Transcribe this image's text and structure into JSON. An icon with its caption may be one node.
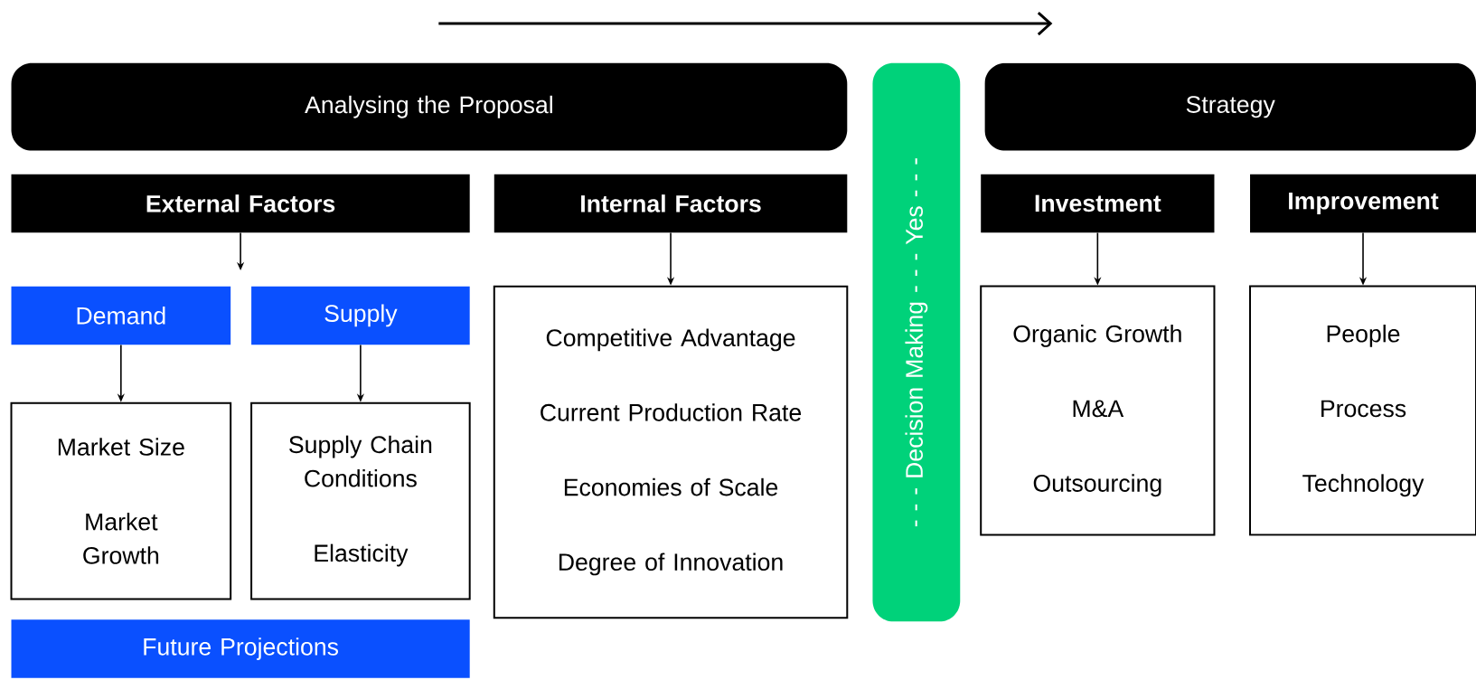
{
  "diagram": {
    "nodes": [
      {
        "text": [
          "Analysing the Proposal"
        ]
      },
      {
        "text": [
          "- - - Decision Making - - - Yes - - -"
        ]
      },
      {
        "text": [
          "Strategy"
        ]
      },
      {
        "text": [
          "External Factors"
        ]
      },
      {
        "text": [
          "Internal Factors"
        ]
      },
      {
        "text": [
          "Investment"
        ]
      },
      {
        "text": [
          "Improvement"
        ]
      },
      {
        "text": [
          "Demand"
        ]
      },
      {
        "text": [
          "Supply"
        ]
      },
      {
        "text": [
          "Market Size",
          "Market Growth"
        ]
      },
      {
        "text": [
          "Supply Chain Conditions",
          "Elasticity"
        ]
      },
      {
        "text": [
          "Competitive Advantage",
          "Current Production Rate",
          "Economies of Scale",
          "Degree of Innovation"
        ]
      },
      {
        "text": [
          "Organic Growth",
          "M&A",
          "Outsourcing"
        ]
      },
      {
        "text": [
          "People",
          "Process",
          "Technology"
        ]
      },
      {
        "text": [
          "Future Projections"
        ]
      }
    ],
    "edges": [
      {
        "from": 3,
        "to": null,
        "arrow": "to"
      },
      {
        "from": 7,
        "to": 9,
        "arrow": "to"
      },
      {
        "from": 8,
        "to": 10,
        "arrow": "to"
      },
      {
        "from": 4,
        "to": 11,
        "arrow": "to"
      },
      {
        "from": 5,
        "to": 12,
        "arrow": "to"
      },
      {
        "from": 6,
        "to": 13,
        "arrow": "to"
      }
    ]
  }
}
